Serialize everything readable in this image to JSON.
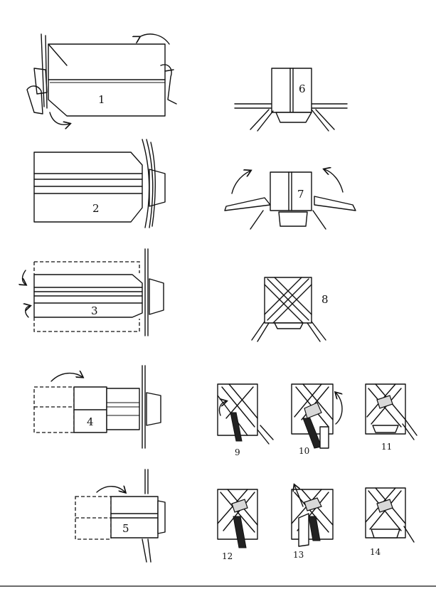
{
  "steps": [
    {
      "label": "1"
    },
    {
      "label": "2"
    },
    {
      "label": "3"
    },
    {
      "label": "4"
    },
    {
      "label": "5"
    },
    {
      "label": "6"
    },
    {
      "label": "7"
    },
    {
      "label": "8"
    },
    {
      "label": "9"
    },
    {
      "label": "10"
    },
    {
      "label": "11"
    },
    {
      "label": "12"
    },
    {
      "label": "13"
    },
    {
      "label": "14"
    }
  ],
  "colors": {
    "ink": "#111111",
    "paper": "#ffffff",
    "shade": "#d8d8d8"
  }
}
